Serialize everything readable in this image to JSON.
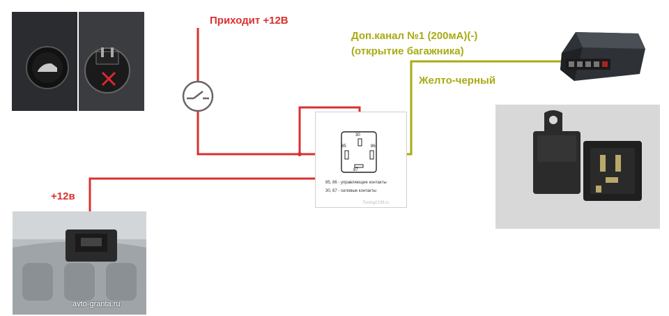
{
  "labels": {
    "incoming_12v": "Приходит +12В",
    "aux_channel": "Доп.канал №1 (200мА)(-)",
    "trunk_open": "(открытие багажника)",
    "wire_color": "Желто-черный",
    "plus_12v": "+12в"
  },
  "relay": {
    "pins": {
      "p30": "30",
      "p85": "85",
      "p86": "86",
      "p87": "87"
    },
    "caption_control": "85, 86 - управляющие контакты",
    "caption_power": "30, 87 - силовые контакты",
    "watermark": "Tuning2109.ru"
  },
  "photos": {
    "trunk_watermark": "avto-granta.ru"
  },
  "colors": {
    "wire_red": "#d9302f",
    "wire_yellow": "#a8ab12",
    "switch_gray": "#666666"
  }
}
